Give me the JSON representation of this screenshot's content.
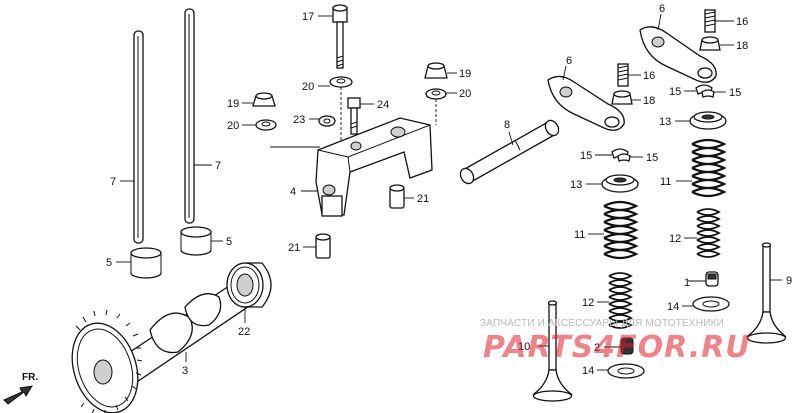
{
  "diagram": {
    "callouts": {
      "c1": "1",
      "c2": "2",
      "c3": "3",
      "c4": "4",
      "c5a": "5",
      "c5b": "5",
      "c6a": "6",
      "c6b": "6",
      "c7a": "7",
      "c7b": "7",
      "c8": "8",
      "c9": "9",
      "c10": "10",
      "c11a": "11",
      "c11b": "11",
      "c12a": "12",
      "c12b": "12",
      "c13a": "13",
      "c13b": "13",
      "c14a": "14",
      "c14b": "14",
      "c15a": "15",
      "c15b": "15",
      "c15c": "15",
      "c15d": "15",
      "c16a": "16",
      "c16b": "16",
      "c17": "17",
      "c18a": "18",
      "c18b": "18",
      "c19a": "19",
      "c19b": "19",
      "c20a": "20",
      "c20b": "20",
      "c20c": "20",
      "c21a": "21",
      "c21b": "21",
      "c22": "22",
      "c23": "23",
      "c24": "24"
    },
    "direction_label": "FR.",
    "watermark": {
      "text": "ЗАПЧАСТИ И АКСЕССУАРЫ ДЛЯ МОТОТЕХНИКИ",
      "logo": "PARTS4FOR.RU"
    }
  }
}
